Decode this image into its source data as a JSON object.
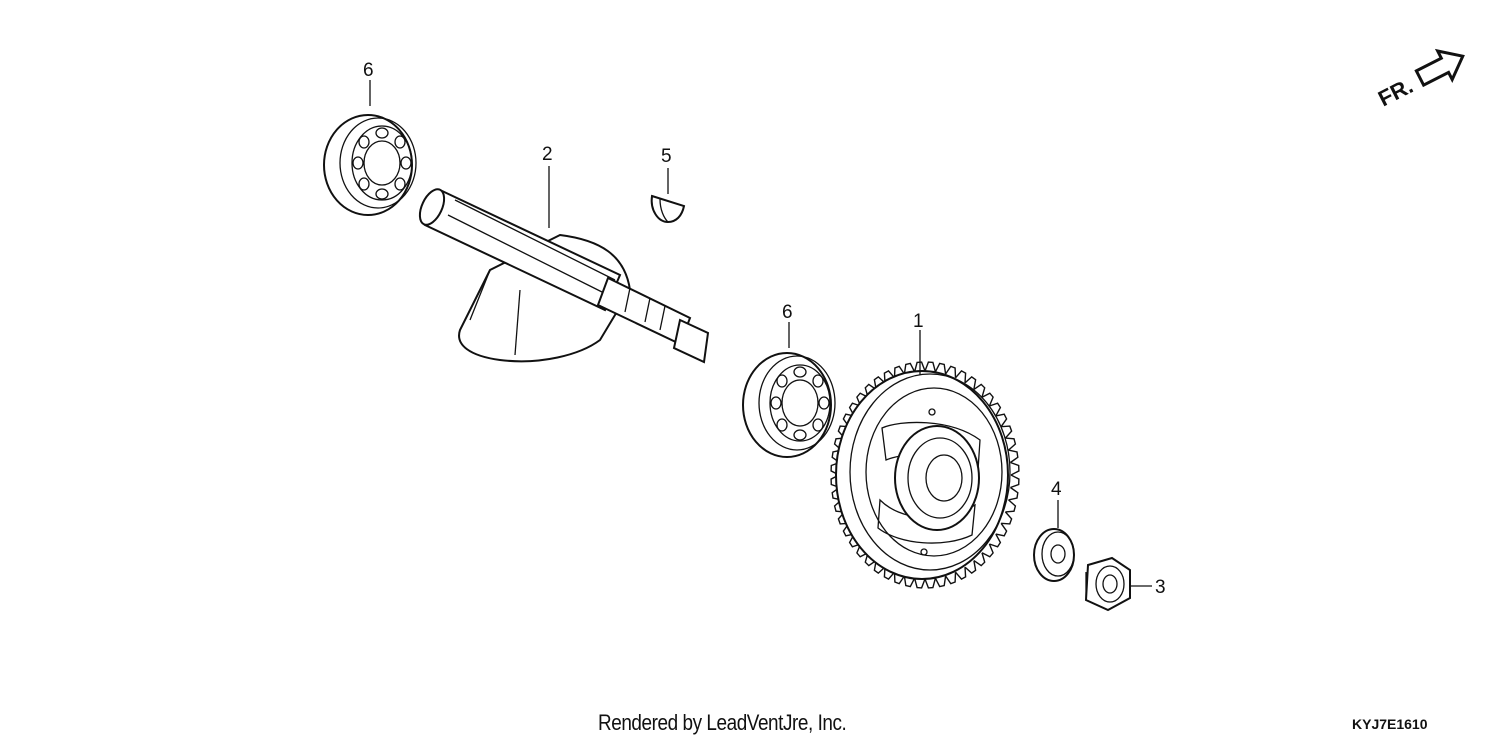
{
  "direction_label": "FR.",
  "credit": "Rendered by LeadVentJre, Inc.",
  "diagram_code": "KYJ7E1610",
  "callouts": {
    "gear": "1",
    "shaft": "2",
    "nut": "3",
    "washer": "4",
    "key": "5",
    "bearing_upper": "6",
    "bearing_lower": "6"
  }
}
